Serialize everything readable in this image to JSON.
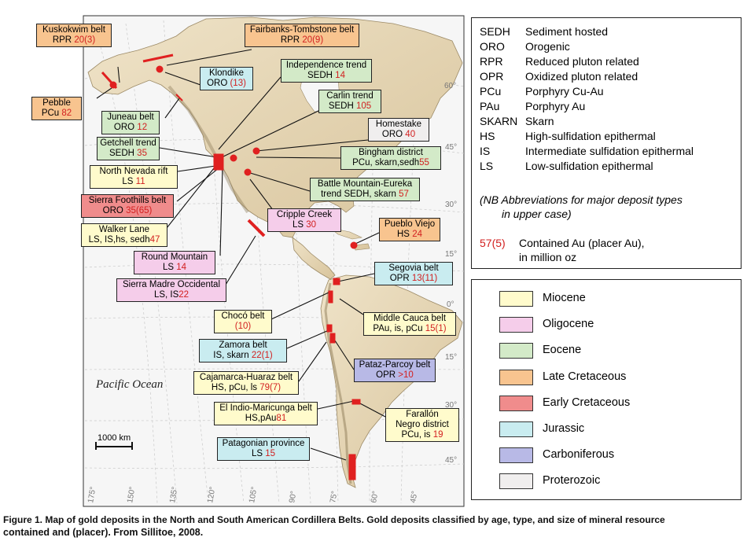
{
  "ocean_label": "Pacific Ocean",
  "scale_label": "1000 km",
  "lon_labels": [
    "175°",
    "150°",
    "135°",
    "120°",
    "105°",
    "90°",
    "75°",
    "60°",
    "45°"
  ],
  "lat_labels": [
    "60°",
    "45°",
    "30°",
    "15°",
    "0°",
    "15°",
    "30°",
    "45°"
  ],
  "deposits": [
    {
      "name": "Kuskokwim belt",
      "line2": "RPR",
      "value": "20(3)",
      "age": "latecret"
    },
    {
      "name": "Fairbanks-Tombstone belt",
      "line2": "RPR",
      "value": "20(9)",
      "age": "latecret"
    },
    {
      "name": "Klondike",
      "line2": "ORO",
      "value": "(13)",
      "age": "jurassic"
    },
    {
      "name": "Independence trend",
      "line2": "SEDH",
      "value": "14",
      "age": "eocene"
    },
    {
      "name": "Pebble",
      "line2": "PCu",
      "value": "82",
      "age": "latecret"
    },
    {
      "name": "Carlin trend",
      "line2": "SEDH",
      "value": "105",
      "age": "eocene"
    },
    {
      "name": "Juneau belt",
      "line2": "ORO",
      "value": "12",
      "age": "eocene"
    },
    {
      "name": "Homestake",
      "line2": "ORO",
      "value": "40",
      "age": "protero"
    },
    {
      "name": "Getchell trend",
      "line2": "SEDH",
      "value": "35",
      "age": "eocene"
    },
    {
      "name": "Bingham district",
      "line2": "PCu, skarn,sedh",
      "value": "55",
      "age": "eocene"
    },
    {
      "name": "North Nevada rift",
      "line2": "LS",
      "value": "11",
      "age": "miocene"
    },
    {
      "name": "Battle Mountain-Eureka",
      "line2": "trend SEDH, skarn",
      "value": "57",
      "age": "eocene"
    },
    {
      "name": "Sierra Foothills belt",
      "line2": "ORO",
      "value": "35(65)",
      "age": "earlycret"
    },
    {
      "name": "Cripple Creek",
      "line2": "LS",
      "value": "30",
      "age": "oligocene"
    },
    {
      "name": "Pueblo Viejo",
      "line2": "HS",
      "value": "24",
      "age": "latecret"
    },
    {
      "name": "Walker Lane",
      "line2": "LS, IS,hs, sedh",
      "value": "47",
      "age": "miocene"
    },
    {
      "name": "Round Mountain",
      "line2": "LS",
      "value": "14",
      "age": "oligocene"
    },
    {
      "name": "Sierra Madre Occidental",
      "line2": "LS, IS",
      "value": "22",
      "age": "oligocene"
    },
    {
      "name": "Segovia belt",
      "line2": "OPR",
      "value": "13(11)",
      "age": "jurassic"
    },
    {
      "name": "Chocó belt",
      "line2": "",
      "value": "(10)",
      "age": "miocene"
    },
    {
      "name": "Middle Cauca belt",
      "line2": "PAu, is, pCu",
      "value": "15(1)",
      "age": "miocene"
    },
    {
      "name": "Zamora belt",
      "line2": "IS, skarn",
      "value": "22(1)",
      "age": "jurassic"
    },
    {
      "name": "Pataz-Parcoy belt",
      "line2": "OPR",
      "value": ">10",
      "age": "carbon"
    },
    {
      "name": "Cajamarca-Huaraz belt",
      "line2": "HS, pCu, ls",
      "value": "79(7)",
      "age": "miocene"
    },
    {
      "name": "El Indio-Maricunga belt",
      "line2": "HS,pAu",
      "value": "81",
      "age": "miocene"
    },
    {
      "name": "Farallón",
      "line2": "Negro district",
      "line3": "PCu, is",
      "value": "19",
      "age": "miocene"
    },
    {
      "name": "Patagonian province",
      "line2": "LS",
      "value": "15",
      "age": "jurassic"
    }
  ],
  "abbreviations": [
    {
      "code": "SEDH",
      "desc": "Sediment hosted"
    },
    {
      "code": "ORO",
      "desc": "Orogenic"
    },
    {
      "code": "RPR",
      "desc": "Reduced pluton related"
    },
    {
      "code": "OPR",
      "desc": "Oxidized pluton related"
    },
    {
      "code": "PCu",
      "desc": "Porphyry Cu-Au"
    },
    {
      "code": "PAu",
      "desc": "Porphyry Au"
    },
    {
      "code": "SKARN",
      "desc": "Skarn"
    },
    {
      "code": "HS",
      "desc": "High-sulfidation epithermal"
    },
    {
      "code": "IS",
      "desc": "Intermediate sulfidation epithermal"
    },
    {
      "code": "LS",
      "desc": "Low-sulfidation epithermal"
    }
  ],
  "nb_note_line1": "(NB Abbreviations for major deposit  types",
  "nb_note_line2": "in upper case)",
  "contained_value": "57(5)",
  "contained_line1": "Contained Au (placer Au),",
  "contained_line2": "in million oz",
  "ages": [
    {
      "label": "Miocene",
      "color": "#fffbcc"
    },
    {
      "label": "Oligocene",
      "color": "#f5cdea"
    },
    {
      "label": "Eocene",
      "color": "#d3eac8"
    },
    {
      "label": "Late Cretaceous",
      "color": "#f8c48f"
    },
    {
      "label": "Early Cretaceous",
      "color": "#f08c8c"
    },
    {
      "label": "Jurassic",
      "color": "#c9ecf0"
    },
    {
      "label": "Carboniferous",
      "color": "#b8b9e6"
    },
    {
      "label": "Proterozoic",
      "color": "#f0eeee"
    }
  ],
  "marker_color": "#e02020",
  "caption_line1": "Figure 1. Map of gold deposits in the North and South American Cordillera Belts. Gold deposits classified by age, type, and size of mineral resource",
  "caption_line2": "contained and (placer). From Sillitoe, 2008."
}
